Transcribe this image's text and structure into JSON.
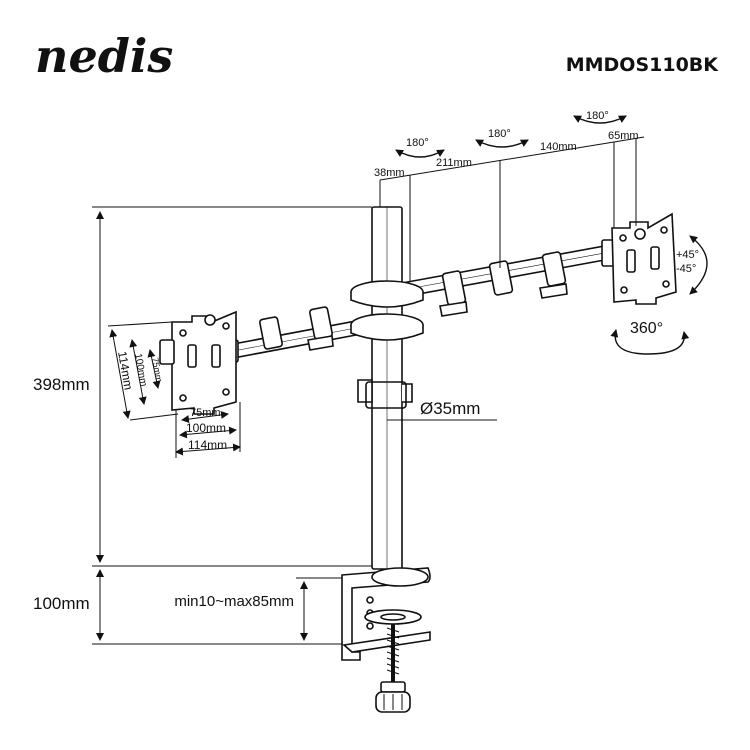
{
  "header": {
    "brand": "nedis",
    "model": "MMDOS110BK"
  },
  "dimensions": {
    "height_pole": "398mm",
    "height_clamp": "100mm",
    "pole_diameter": "Ø35mm",
    "desk_thickness": "min10~max85mm",
    "arm_38": "38mm",
    "arm_211": "211mm",
    "arm_140": "140mm",
    "arm_65": "65mm",
    "vesa_75_w": "75mm",
    "vesa_100_w": "100mm",
    "vesa_114_w": "114mm",
    "vesa_75_h": "75mm",
    "vesa_100_h": "100mm",
    "vesa_114_h": "114mm"
  },
  "rotations": {
    "swivel_1": "180°",
    "swivel_2": "180°",
    "swivel_3": "180°",
    "tilt_up": "+45°",
    "tilt_down": "-45°",
    "rotate": "360°"
  },
  "colors": {
    "line": "#111111",
    "background": "#ffffff"
  }
}
